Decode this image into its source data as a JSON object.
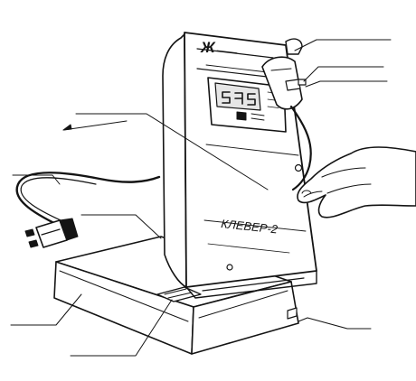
{
  "device": {
    "logo_mark": "Ж",
    "model_name": "КЛЕВЕР-2"
  },
  "callouts": [
    {
      "id": "top-right-1",
      "text": ""
    },
    {
      "id": "top-right-2",
      "text": ""
    },
    {
      "id": "top-right-3",
      "text": ""
    },
    {
      "id": "measuring-block",
      "text": ""
    },
    {
      "id": "power-cord",
      "text": ""
    },
    {
      "id": "switch",
      "text": ""
    },
    {
      "id": "power-supply",
      "text": ""
    },
    {
      "id": "plugs",
      "text": ""
    },
    {
      "id": "guide",
      "text": ""
    }
  ],
  "colors": {
    "ink": "#141414",
    "paper": "#ffffff",
    "shade": "#e6e6e6"
  }
}
